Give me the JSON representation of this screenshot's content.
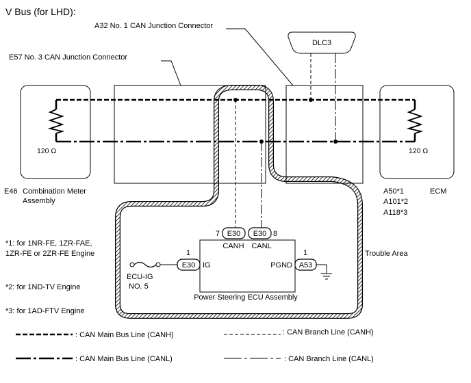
{
  "title": "V Bus (for LHD):",
  "connectors": {
    "a32": "A32  No. 1 CAN Junction Connector",
    "e57": "E57  No. 3 CAN Junction Connector",
    "dlc3": "DLC3"
  },
  "combination_meter": {
    "resistor": "120 Ω",
    "code": "E46",
    "name_line1": "Combination Meter",
    "name_line2": "Assembly"
  },
  "ecm": {
    "resistor": "120 Ω",
    "codes": [
      "A50*1",
      "A101*2",
      "A118*3"
    ],
    "name": "ECM"
  },
  "power_steering": {
    "name": "Power Steering ECU Assembly",
    "pin_canh": "7",
    "pin_canl": "8",
    "conn_canh": "E30",
    "conn_canl": "E30",
    "label_canh": "CANH",
    "label_canl": "CANL",
    "ig_pin": "1",
    "ig_conn": "E30",
    "ig_label": "IG",
    "pgnd_pin": "1",
    "pgnd_label": "PGND",
    "pgnd_conn": "A53"
  },
  "fuse": {
    "line1": "ECU-IG",
    "line2": "NO. 5"
  },
  "trouble_area": "Trouble Area",
  "notes": [
    "*1: for 1NR-FE, 1ZR-FAE,",
    "1ZR-FE or 2ZR-FE Engine",
    "*2: for 1ND-TV Engine",
    "*3: for 1AD-FTV Engine"
  ],
  "legend": {
    "main_canh": ": CAN Main Bus Line (CANH)",
    "main_canl": ": CAN Main Bus Line (CANL)",
    "branch_canh": ": CAN Branch Line (CANH)",
    "branch_canl": ": CAN Branch Line (CANL)"
  }
}
